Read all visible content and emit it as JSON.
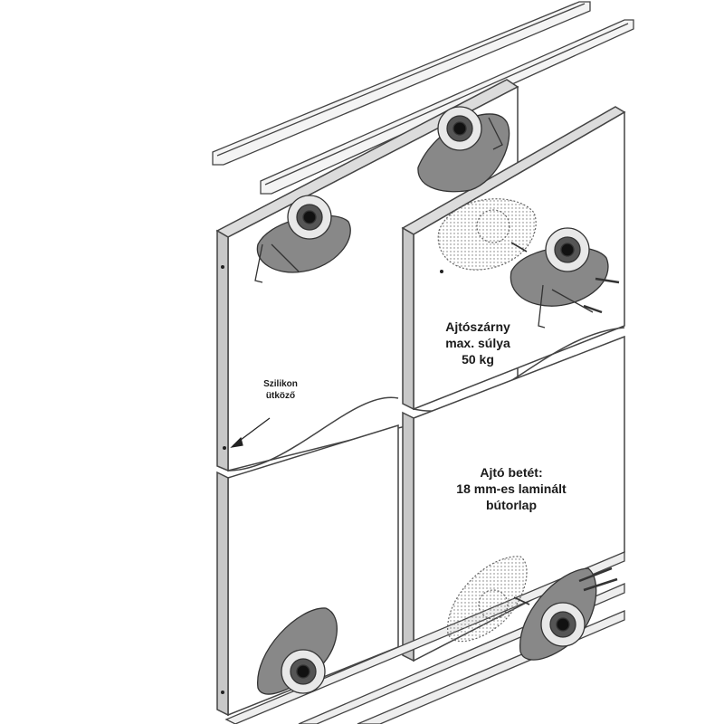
{
  "labels": {
    "silicone_stopper": "Szilikon\nütköző",
    "door_weight": "Ajtószárny\nmax. súlya\n50 kg",
    "door_insert": "Ajtó betét:\n18 mm-es laminált\nbútorlap"
  }
}
